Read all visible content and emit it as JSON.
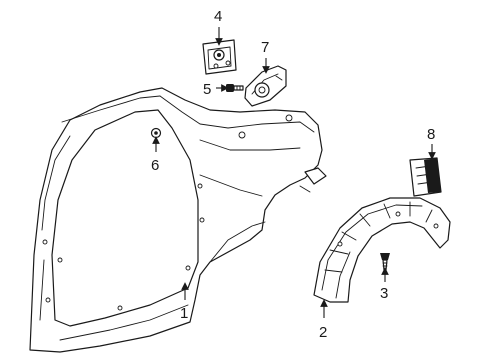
{
  "callouts": [
    {
      "id": 1,
      "label": "1"
    },
    {
      "id": 2,
      "label": "2"
    },
    {
      "id": 3,
      "label": "3"
    },
    {
      "id": 4,
      "label": "4"
    },
    {
      "id": 5,
      "label": "5"
    },
    {
      "id": 6,
      "label": "6"
    },
    {
      "id": 7,
      "label": "7"
    },
    {
      "id": 8,
      "label": "8"
    }
  ]
}
